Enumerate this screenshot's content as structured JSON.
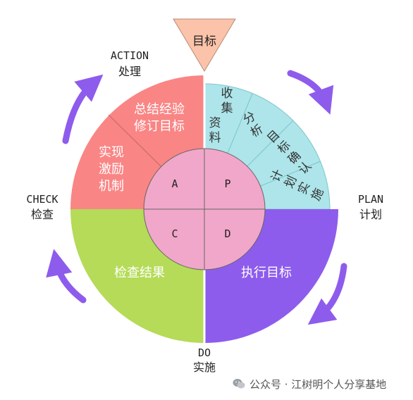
{
  "goal": "目标",
  "stages": {
    "action": {
      "en": "ACTION",
      "cn": "处理"
    },
    "plan": {
      "en": "PLAN",
      "cn": "计划"
    },
    "do": {
      "en": "DO",
      "cn": "实施"
    },
    "check": {
      "en": "CHECK",
      "cn": "检查"
    }
  },
  "quadrants": {
    "a": "A",
    "p": "P",
    "c": "C",
    "d": "D"
  },
  "action_items": [
    "总结经验",
    "修订目标",
    "实现",
    "激励",
    "机制"
  ],
  "plan_items": [
    "收",
    "集",
    "资",
    "料",
    "分",
    "析",
    "目",
    "标",
    "确",
    "认",
    "计",
    "划",
    "实",
    "施"
  ],
  "do_label": "执行目标",
  "check_label": "检查结果",
  "watermark": "公众号 · 江树明个人分享基地",
  "colors": {
    "action": "#fa8585",
    "plan": "#ade5ea",
    "do": "#8e5cec",
    "check": "#b5db58",
    "center": "#f1a7c9",
    "goal": "#fbc3a9",
    "arrow": "#8e5cec"
  },
  "icons": [
    "cycle-arrow-icon",
    "wechat-icon"
  ]
}
